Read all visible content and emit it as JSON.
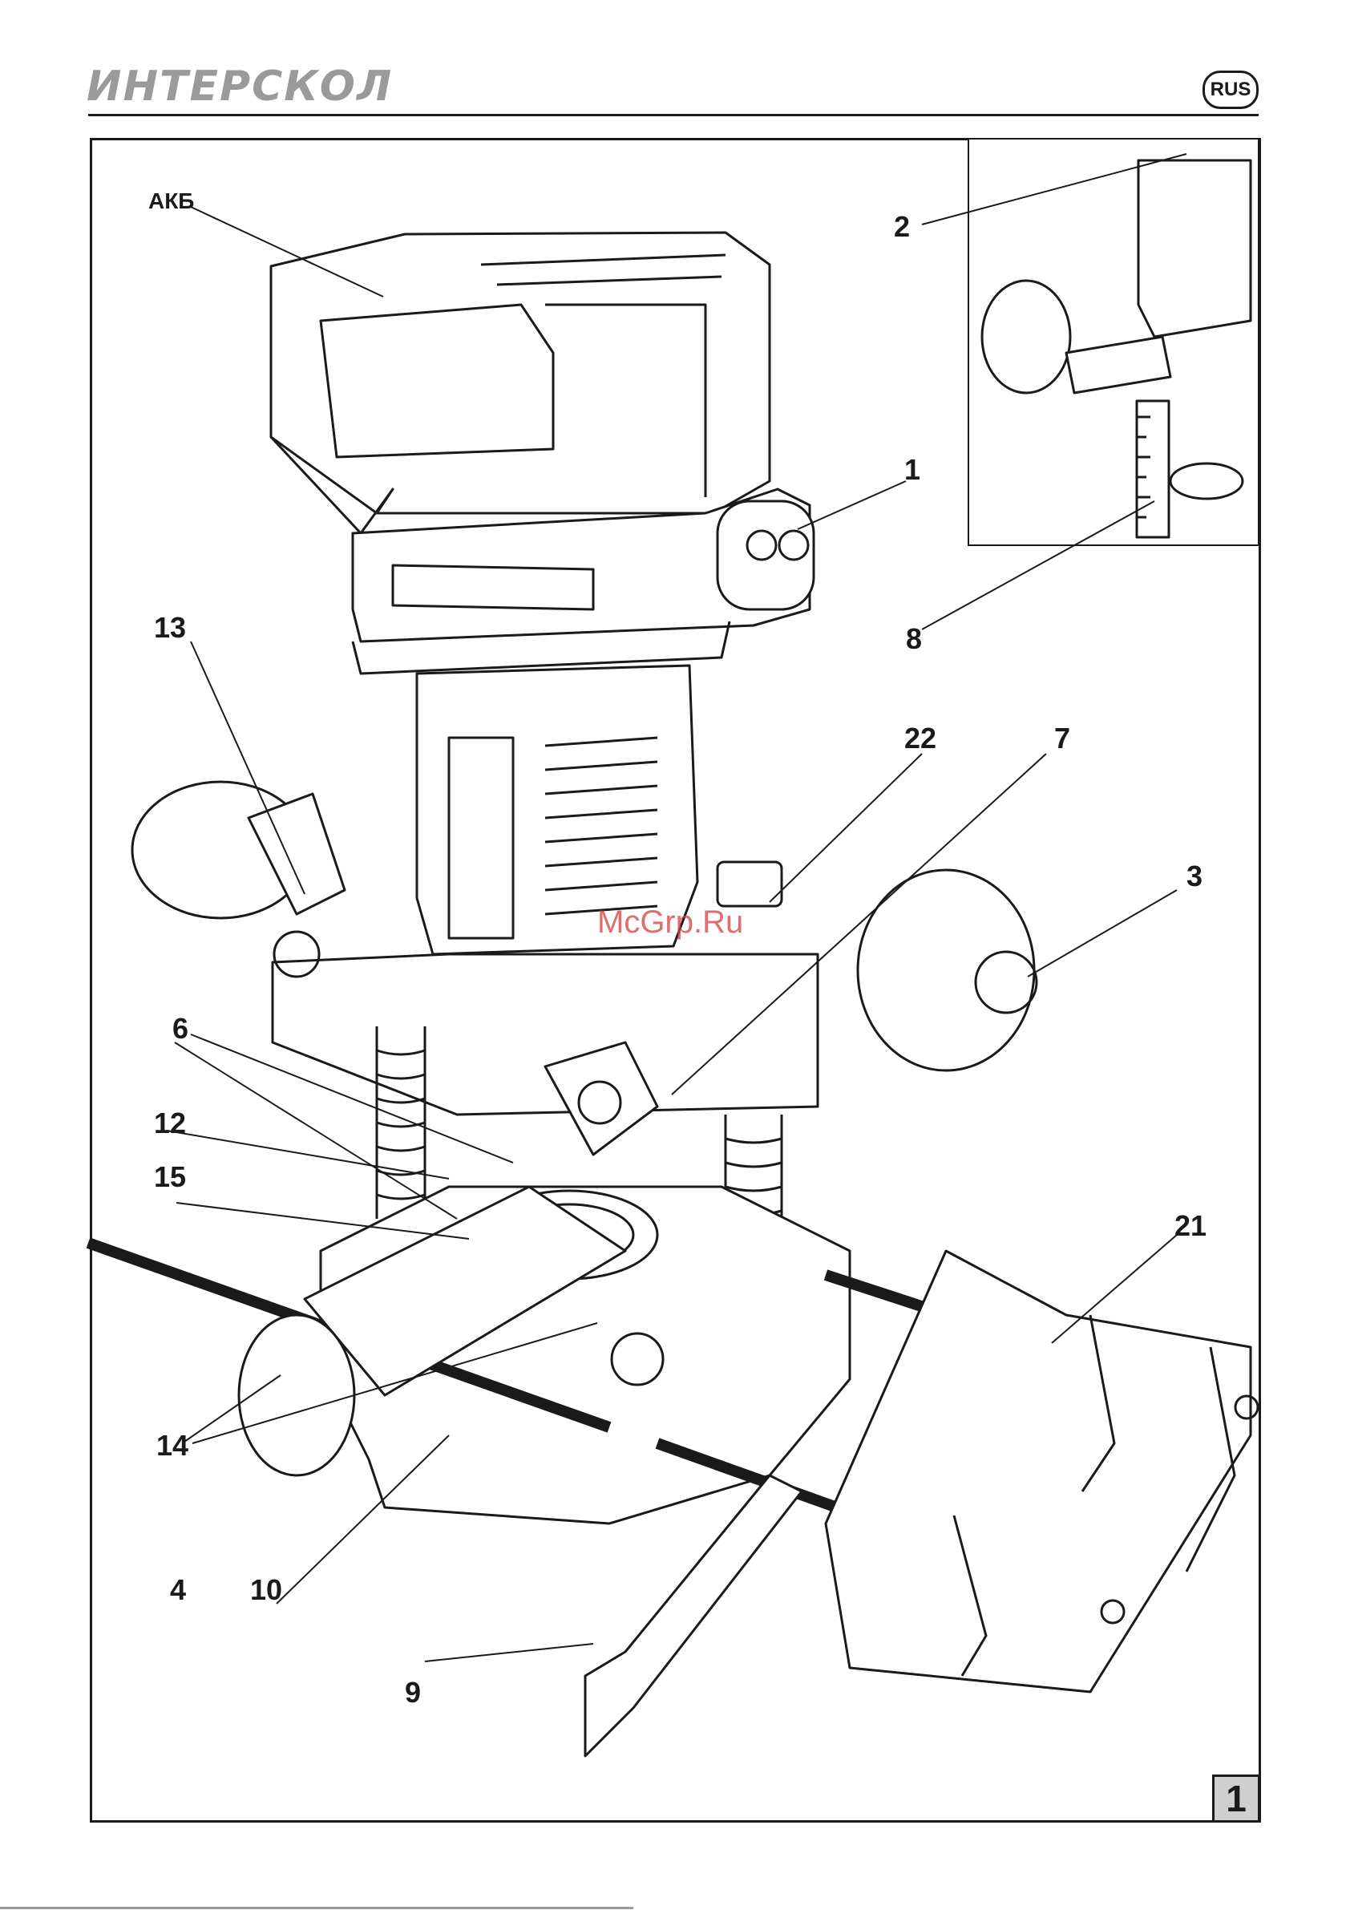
{
  "header": {
    "brand": "ИНТЕРСКОЛ",
    "lang_badge": "RUS"
  },
  "figure": {
    "number": "1",
    "callouts": {
      "akb": "АКБ",
      "c1": "1",
      "c2": "2",
      "c3": "3",
      "c4": "4",
      "c6": "6",
      "c7": "7",
      "c8": "8",
      "c9": "9",
      "c10": "10",
      "c12": "12",
      "c13": "13",
      "c14": "14",
      "c15": "15",
      "c21": "21",
      "c22": "22"
    }
  },
  "watermark": "McGrp.Ru"
}
